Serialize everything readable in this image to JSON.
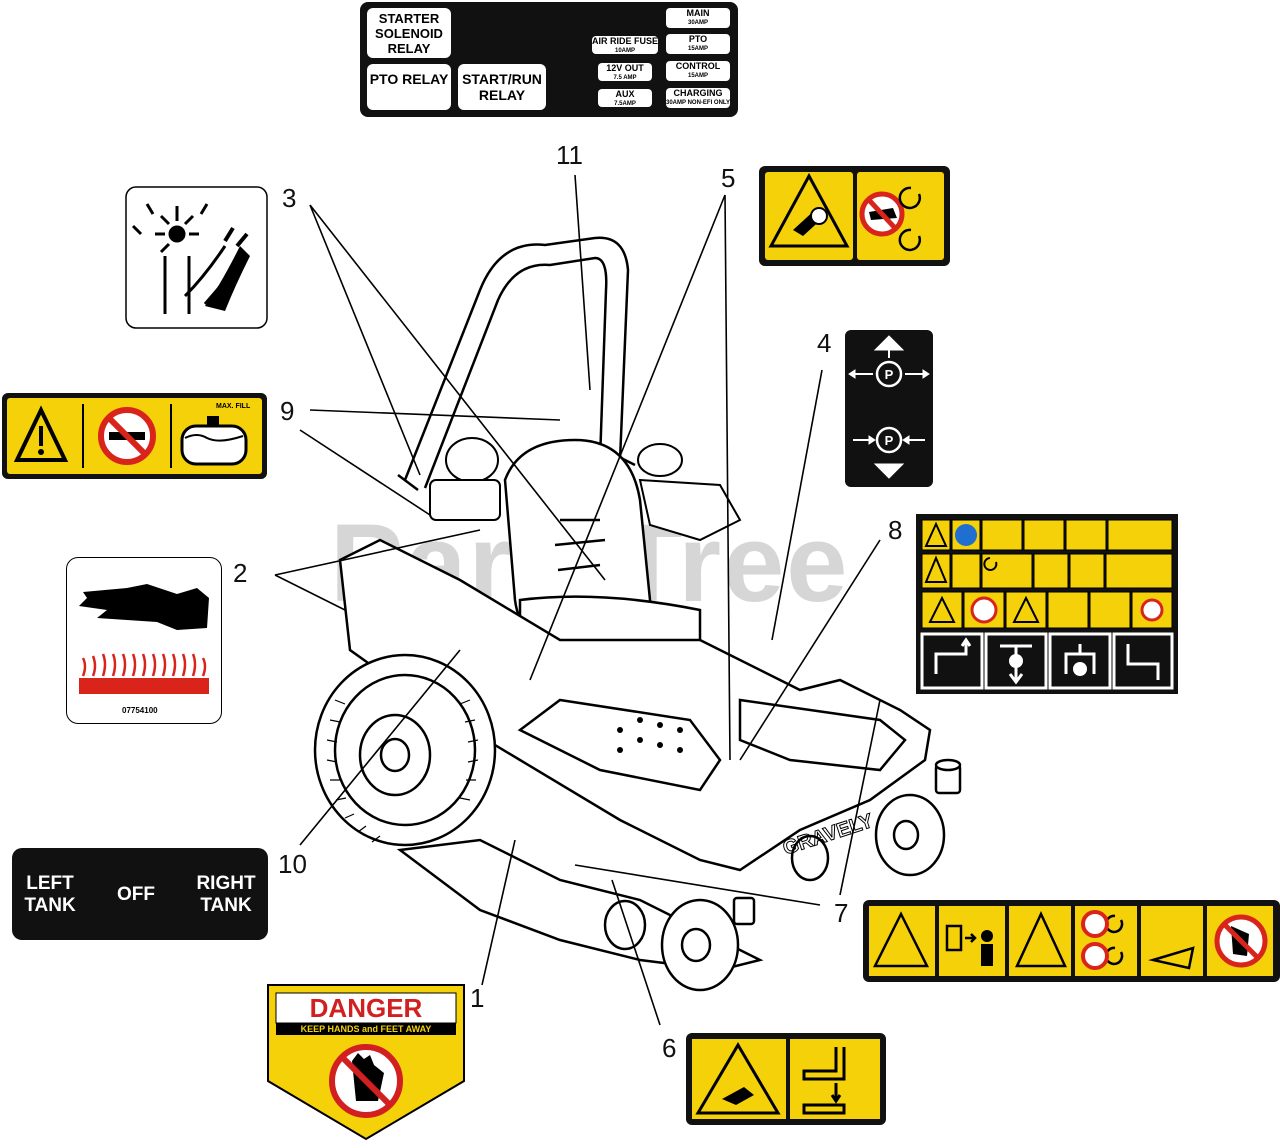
{
  "watermark": "PartsTree",
  "callouts": {
    "n1": "1",
    "n2": "2",
    "n3": "3",
    "n4": "4",
    "n5": "5",
    "n6": "6",
    "n7": "7",
    "n8": "8",
    "n9": "9",
    "n10": "10",
    "n11": "11"
  },
  "relay_panel": {
    "starter": "STARTER SOLENOID RELAY",
    "pto_relay": "PTO RELAY",
    "start_run": "START/RUN RELAY",
    "air_ride": "AIR RIDE FUSE",
    "air_ride_amp": "10AMP",
    "out12v": "12V OUT",
    "out12v_amp": "7.5 AMP",
    "aux": "AUX",
    "aux_amp": "7.5AMP",
    "main": "MAIN",
    "main_amp": "30AMP",
    "pto": "PTO",
    "pto_amp": "15AMP",
    "control": "CONTROL",
    "control_amp": "15AMP",
    "charging": "CHARGING",
    "charging_amp": "30AMP NON-EFI ONLY"
  },
  "decals": {
    "hot_surface_code": "07754100",
    "tank": {
      "left": "LEFT TANK",
      "off": "OFF",
      "right": "RIGHT TANK"
    },
    "fuel_label": "MAX. FILL",
    "danger_title": "DANGER",
    "danger_sub": "KEEP HANDS and FEET AWAY",
    "brand": "GRAVELY"
  },
  "colors": {
    "yellow": "#f5d10a",
    "red": "#d9241b",
    "black": "#111111",
    "danger_red": "#d21f1f"
  }
}
